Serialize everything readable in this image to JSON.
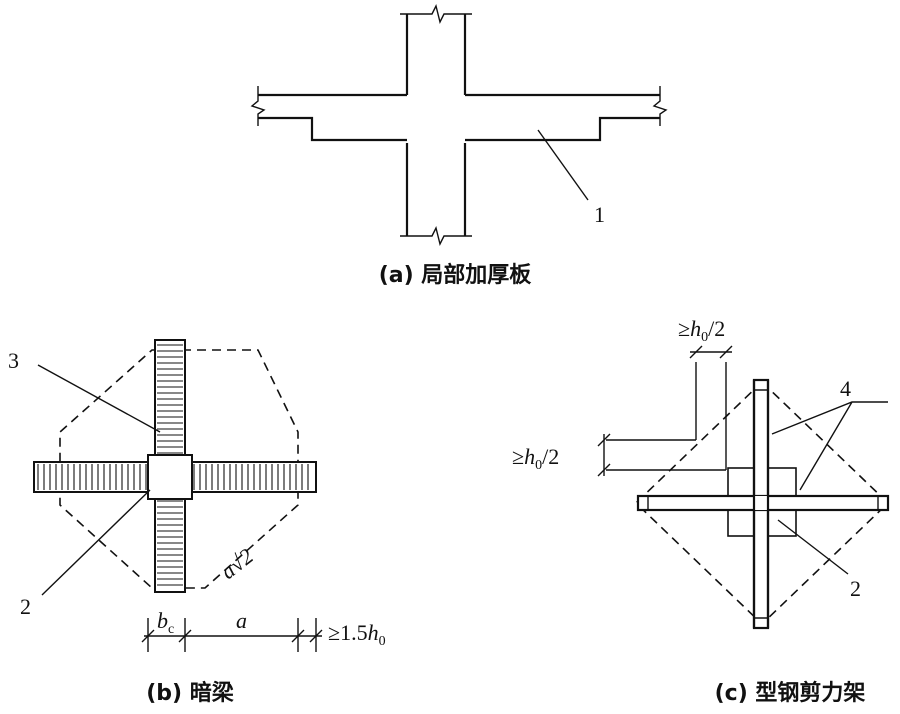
{
  "figure_a": {
    "caption": "(a) 局部加厚板",
    "label_1": "1"
  },
  "figure_b": {
    "caption": "(b) 暗梁",
    "label_3": "3",
    "label_2": "2",
    "dim_bc": "b",
    "dim_bc_sub": "c",
    "dim_a": "a",
    "dim_diag": "a√2",
    "dim_min_a": "≥1.5",
    "dim_min_b": "h",
    "dim_min_sub": "0"
  },
  "figure_c": {
    "caption": "(c) 型钢剪力架",
    "label_4": "4",
    "label_2": "2",
    "dim_top_a": "≥",
    "dim_top_b": "h",
    "dim_top_sub": "0",
    "dim_top_c": "/2",
    "dim_left_a": "≥",
    "dim_left_b": "h",
    "dim_left_sub": "0",
    "dim_left_c": "/2"
  }
}
